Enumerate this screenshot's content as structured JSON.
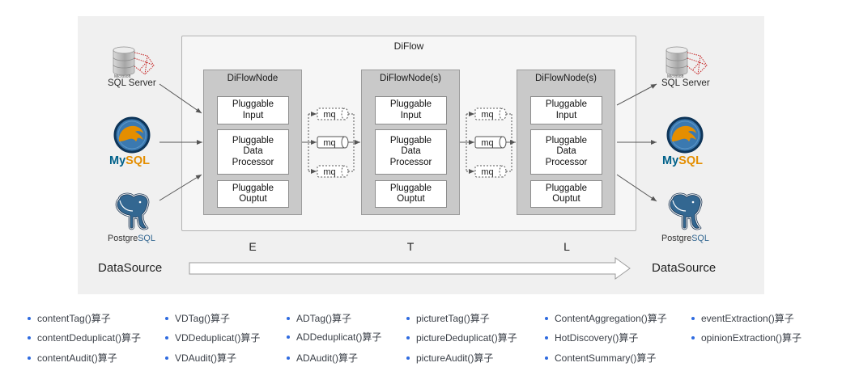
{
  "colors": {
    "panel": "#f0f0f0",
    "node_fill": "#c9c9c9",
    "bullet": "#2f6be0",
    "mysql_blue": "#00618a",
    "mysql_orange": "#e48e00",
    "postgres_blue": "#336791",
    "sqlserver_red": "#c62828"
  },
  "diagram": {
    "title": "DiFlow",
    "nodes": [
      {
        "title": "DiFlowNode",
        "input": [
          "Pluggable",
          "Input"
        ],
        "processor": [
          "Pluggable",
          "Data",
          "Processor"
        ],
        "output": [
          "Pluggable",
          "Ouptut"
        ]
      },
      {
        "title": "DiFlowNode(s)",
        "input": [
          "Pluggable",
          "Input"
        ],
        "processor": [
          "Pluggable",
          "Data",
          "Processor"
        ],
        "output": [
          "Pluggable",
          "Ouptut"
        ]
      },
      {
        "title": "DiFlowNode(s)",
        "input": [
          "Pluggable",
          "Input"
        ],
        "processor": [
          "Pluggable",
          "Data",
          "Processor"
        ],
        "output": [
          "Pluggable",
          "Ouptut"
        ]
      }
    ],
    "queue_groups": [
      [
        "mq",
        "mq",
        "mq"
      ],
      [
        "mq",
        "mq",
        "mq"
      ]
    ],
    "stages": [
      "E",
      "T",
      "L"
    ],
    "source_label": "DataSource",
    "target_label": "DataSource",
    "sources": [
      {
        "icon": "sqlserver-logo",
        "brand": "Microsoft",
        "name": "SQL Server"
      },
      {
        "icon": "mysql-logo",
        "name": [
          "My",
          "SQL"
        ]
      },
      {
        "icon": "postgresql-logo",
        "name": [
          "Postgre",
          "SQL"
        ]
      }
    ],
    "targets": [
      {
        "icon": "sqlserver-logo",
        "brand": "Microsoft",
        "name": "SQL Server"
      },
      {
        "icon": "mysql-logo",
        "name": [
          "My",
          "SQL"
        ]
      },
      {
        "icon": "postgresql-logo",
        "name": [
          "Postgre",
          "SQL"
        ]
      }
    ]
  },
  "operator_columns": [
    [
      "contentTag()算子",
      "contentDeduplicat()算子",
      "contentAudit()算子"
    ],
    [
      "VDTag()算子",
      "VDDeduplicat()算子",
      "VDAudit()算子"
    ],
    [
      "ADTag()算子",
      "ADDeduplicat()算子",
      "ADAudit()算子"
    ],
    [
      "picturetTag()算子",
      "pictureDeduplicat()算子",
      "pictureAudit()算子"
    ],
    [
      "ContentAggregation()算子",
      "HotDiscovery()算子",
      "ContentSummary()算子"
    ],
    [
      "eventExtraction()算子",
      "opinionExtraction()算子"
    ]
  ]
}
